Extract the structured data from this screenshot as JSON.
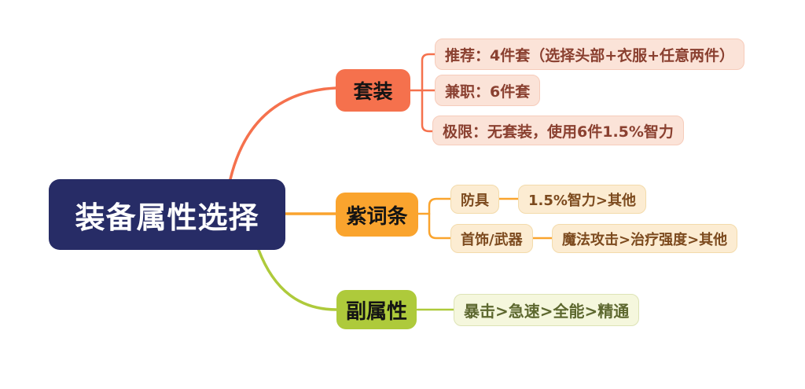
{
  "title": "装备属性选择",
  "colors": {
    "background": "#ffffff",
    "root_bg": "#272c66",
    "root_text": "#ffffff",
    "branch_text": "#141414",
    "coral": "#f5714d",
    "orange": "#faa42e",
    "green": "#aeca3b"
  },
  "root": {
    "label": "装备属性选择"
  },
  "branches": [
    {
      "label": "套装",
      "color": "#f5714d",
      "leaf_bg": "#fbe3d8",
      "leaf_border": "#f6ccbb",
      "leaf_text_color": "#8a4030",
      "leaves": [
        {
          "label": "推荐：4件套（选择头部+衣服+任意两件）"
        },
        {
          "label": "兼职：6件套"
        },
        {
          "label": "极限：无套装，使用6件1.5%智力"
        }
      ]
    },
    {
      "label": "紫词条",
      "color": "#faa42e",
      "leaf_bg": "#fcecd2",
      "leaf_border": "#f3dbab",
      "leaf_text_color": "#7c4a1e",
      "children": [
        {
          "label": "防具",
          "priority": "1.5%智力>其他"
        },
        {
          "label": "首饰/武器",
          "priority": "魔法攻击>治疗强度>其他"
        }
      ]
    },
    {
      "label": "副属性",
      "color": "#aeca3b",
      "leaf_bg": "#f5f7dd",
      "leaf_border": "#dde3b6",
      "leaf_text_color": "#5d682f",
      "leaves": [
        {
          "label": "暴击>急速>全能>精通"
        }
      ]
    }
  ]
}
